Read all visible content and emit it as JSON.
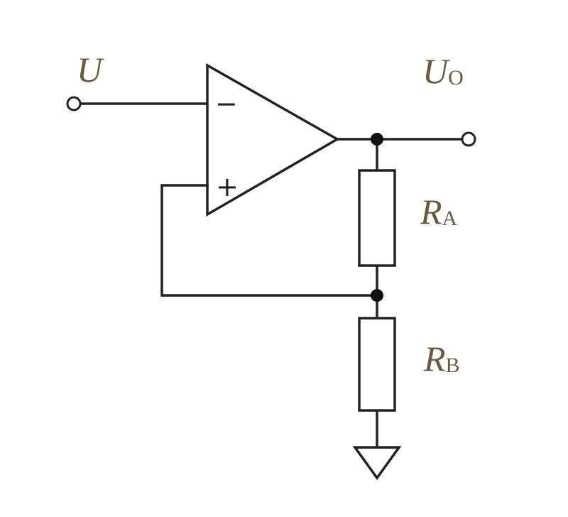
{
  "labels": {
    "input": "U",
    "output_main": "U",
    "output_sub": "O",
    "ra_main": "R",
    "ra_sub": "A",
    "rb_main": "R",
    "rb_sub": "B"
  },
  "opamp": {
    "inverting_sign": "−",
    "noninverting_sign": "+"
  },
  "colors": {
    "wire": "#222222",
    "label": "#6b5a3e",
    "background": "#ffffff"
  }
}
